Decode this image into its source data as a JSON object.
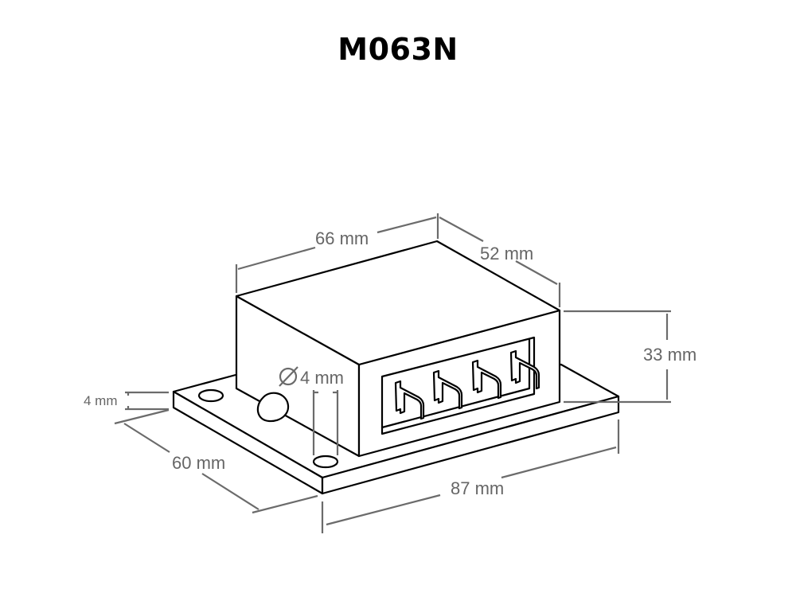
{
  "title": "M063N",
  "dimensions": {
    "box_length": "66 mm",
    "box_width": "52 mm",
    "box_height": "33 mm",
    "plate_thickness": "4 mm",
    "hole_diameter": "4 mm",
    "plate_width": "60 mm",
    "plate_length": "87 mm"
  },
  "symbols": {
    "diameter": "Ø"
  },
  "terminals": {
    "count": 4
  },
  "colors": {
    "outline": "#000000",
    "dimension": "#666666",
    "background": "#ffffff"
  }
}
